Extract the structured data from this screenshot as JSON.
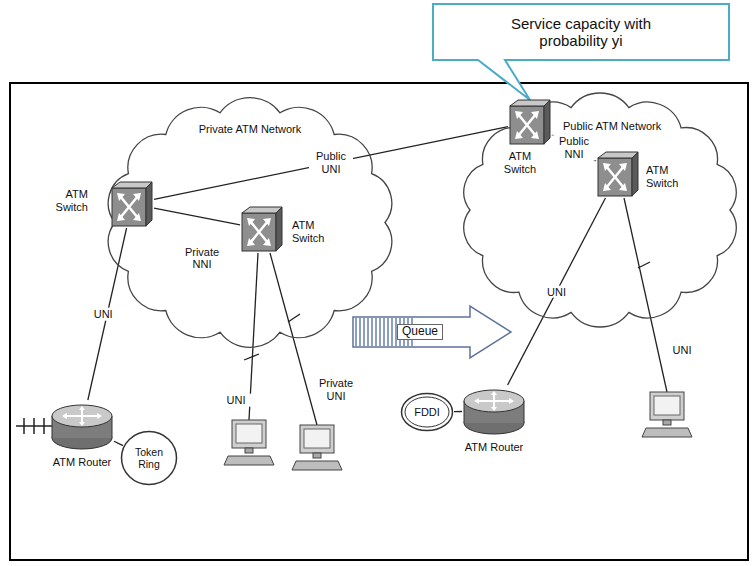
{
  "diagram": {
    "nodes": [
      {
        "text": [
          "Service capacity with probability yi"
        ]
      },
      {
        "text": [
          "Private ATM Network"
        ]
      },
      {
        "text": [
          "ATM Switch"
        ],
        "in": 1
      },
      {
        "text": [
          "ATM Switch"
        ],
        "in": 1
      },
      {
        "text": [
          "Public ATM Network"
        ]
      },
      {
        "text": [
          "ATM Switch"
        ],
        "in": 4
      },
      {
        "text": [
          "ATM Switch"
        ],
        "in": 4
      },
      {
        "text": [
          "Queue"
        ]
      },
      {
        "text": [
          "ATM Router"
        ]
      },
      {
        "text": [
          "Token Ring"
        ]
      },
      {
        "text": [
          "ATM Router"
        ]
      },
      {
        "text": [
          "FDDI"
        ]
      }
    ],
    "edges": [
      {
        "from": 2,
        "to": 3,
        "arrow": "none",
        "label": "Private NNI"
      },
      {
        "from": 2,
        "to": 5,
        "arrow": "none",
        "label": "Public UNI"
      },
      {
        "from": 2,
        "to": 8,
        "arrow": "none",
        "label": "UNI"
      },
      {
        "from": 5,
        "to": 6,
        "arrow": "none",
        "label": "Public NNI"
      },
      {
        "from": 6,
        "to": 10,
        "arrow": "none",
        "label": "UNI"
      },
      {
        "from": 8,
        "to": 9,
        "arrow": "none"
      },
      {
        "from": 10,
        "to": 11,
        "arrow": "none"
      }
    ],
    "labels": [
      "UNI",
      "Private UNI",
      "UNI"
    ]
  }
}
